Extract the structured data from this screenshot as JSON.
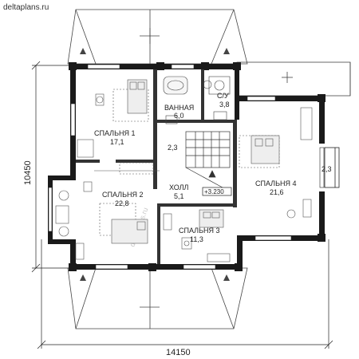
{
  "site": "deltaplans.ru",
  "watermark": "deltaplans.ru",
  "dimensions": {
    "width": "14150",
    "height": "10450"
  },
  "level_mark": "+3.230",
  "rooms": [
    {
      "id": "bedroom1",
      "name": "СПАЛЬНЯ 1",
      "area": "17,1"
    },
    {
      "id": "bath",
      "name": "ВАННАЯ",
      "area": "6,0"
    },
    {
      "id": "wc",
      "name": "С/У",
      "area": "3,8"
    },
    {
      "id": "bedroom2",
      "name": "СПАЛЬНЯ 2",
      "area": "22,8"
    },
    {
      "id": "hall",
      "name": "ХОЛЛ",
      "area": "5,1"
    },
    {
      "id": "bedroom3",
      "name": "СПАЛЬНЯ 3",
      "area": "11,3"
    },
    {
      "id": "bedroom4",
      "name": "СПАЛЬНЯ 4",
      "area": "21,6"
    }
  ],
  "small_areas": {
    "stair_landing": "2,3",
    "balcony": "2,3"
  }
}
